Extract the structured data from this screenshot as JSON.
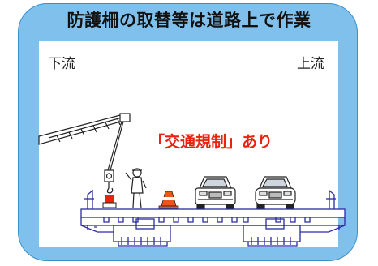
{
  "title": "防護柵の取替等は道路上で作業",
  "labels": {
    "downstream": "下流",
    "upstream": "上流"
  },
  "notice": "「交通規制」あり",
  "colors": {
    "frame_blue": "#7fc1ec",
    "frame_border": "#3d8fc9",
    "notice_red": "#e8230f",
    "bridge_blue": "#2a2aa8",
    "cone_orange": "#e8581a"
  },
  "icons": [
    "crane-icon",
    "worker-icon",
    "traffic-cone-icon",
    "car-icon",
    "bridge-icon"
  ]
}
